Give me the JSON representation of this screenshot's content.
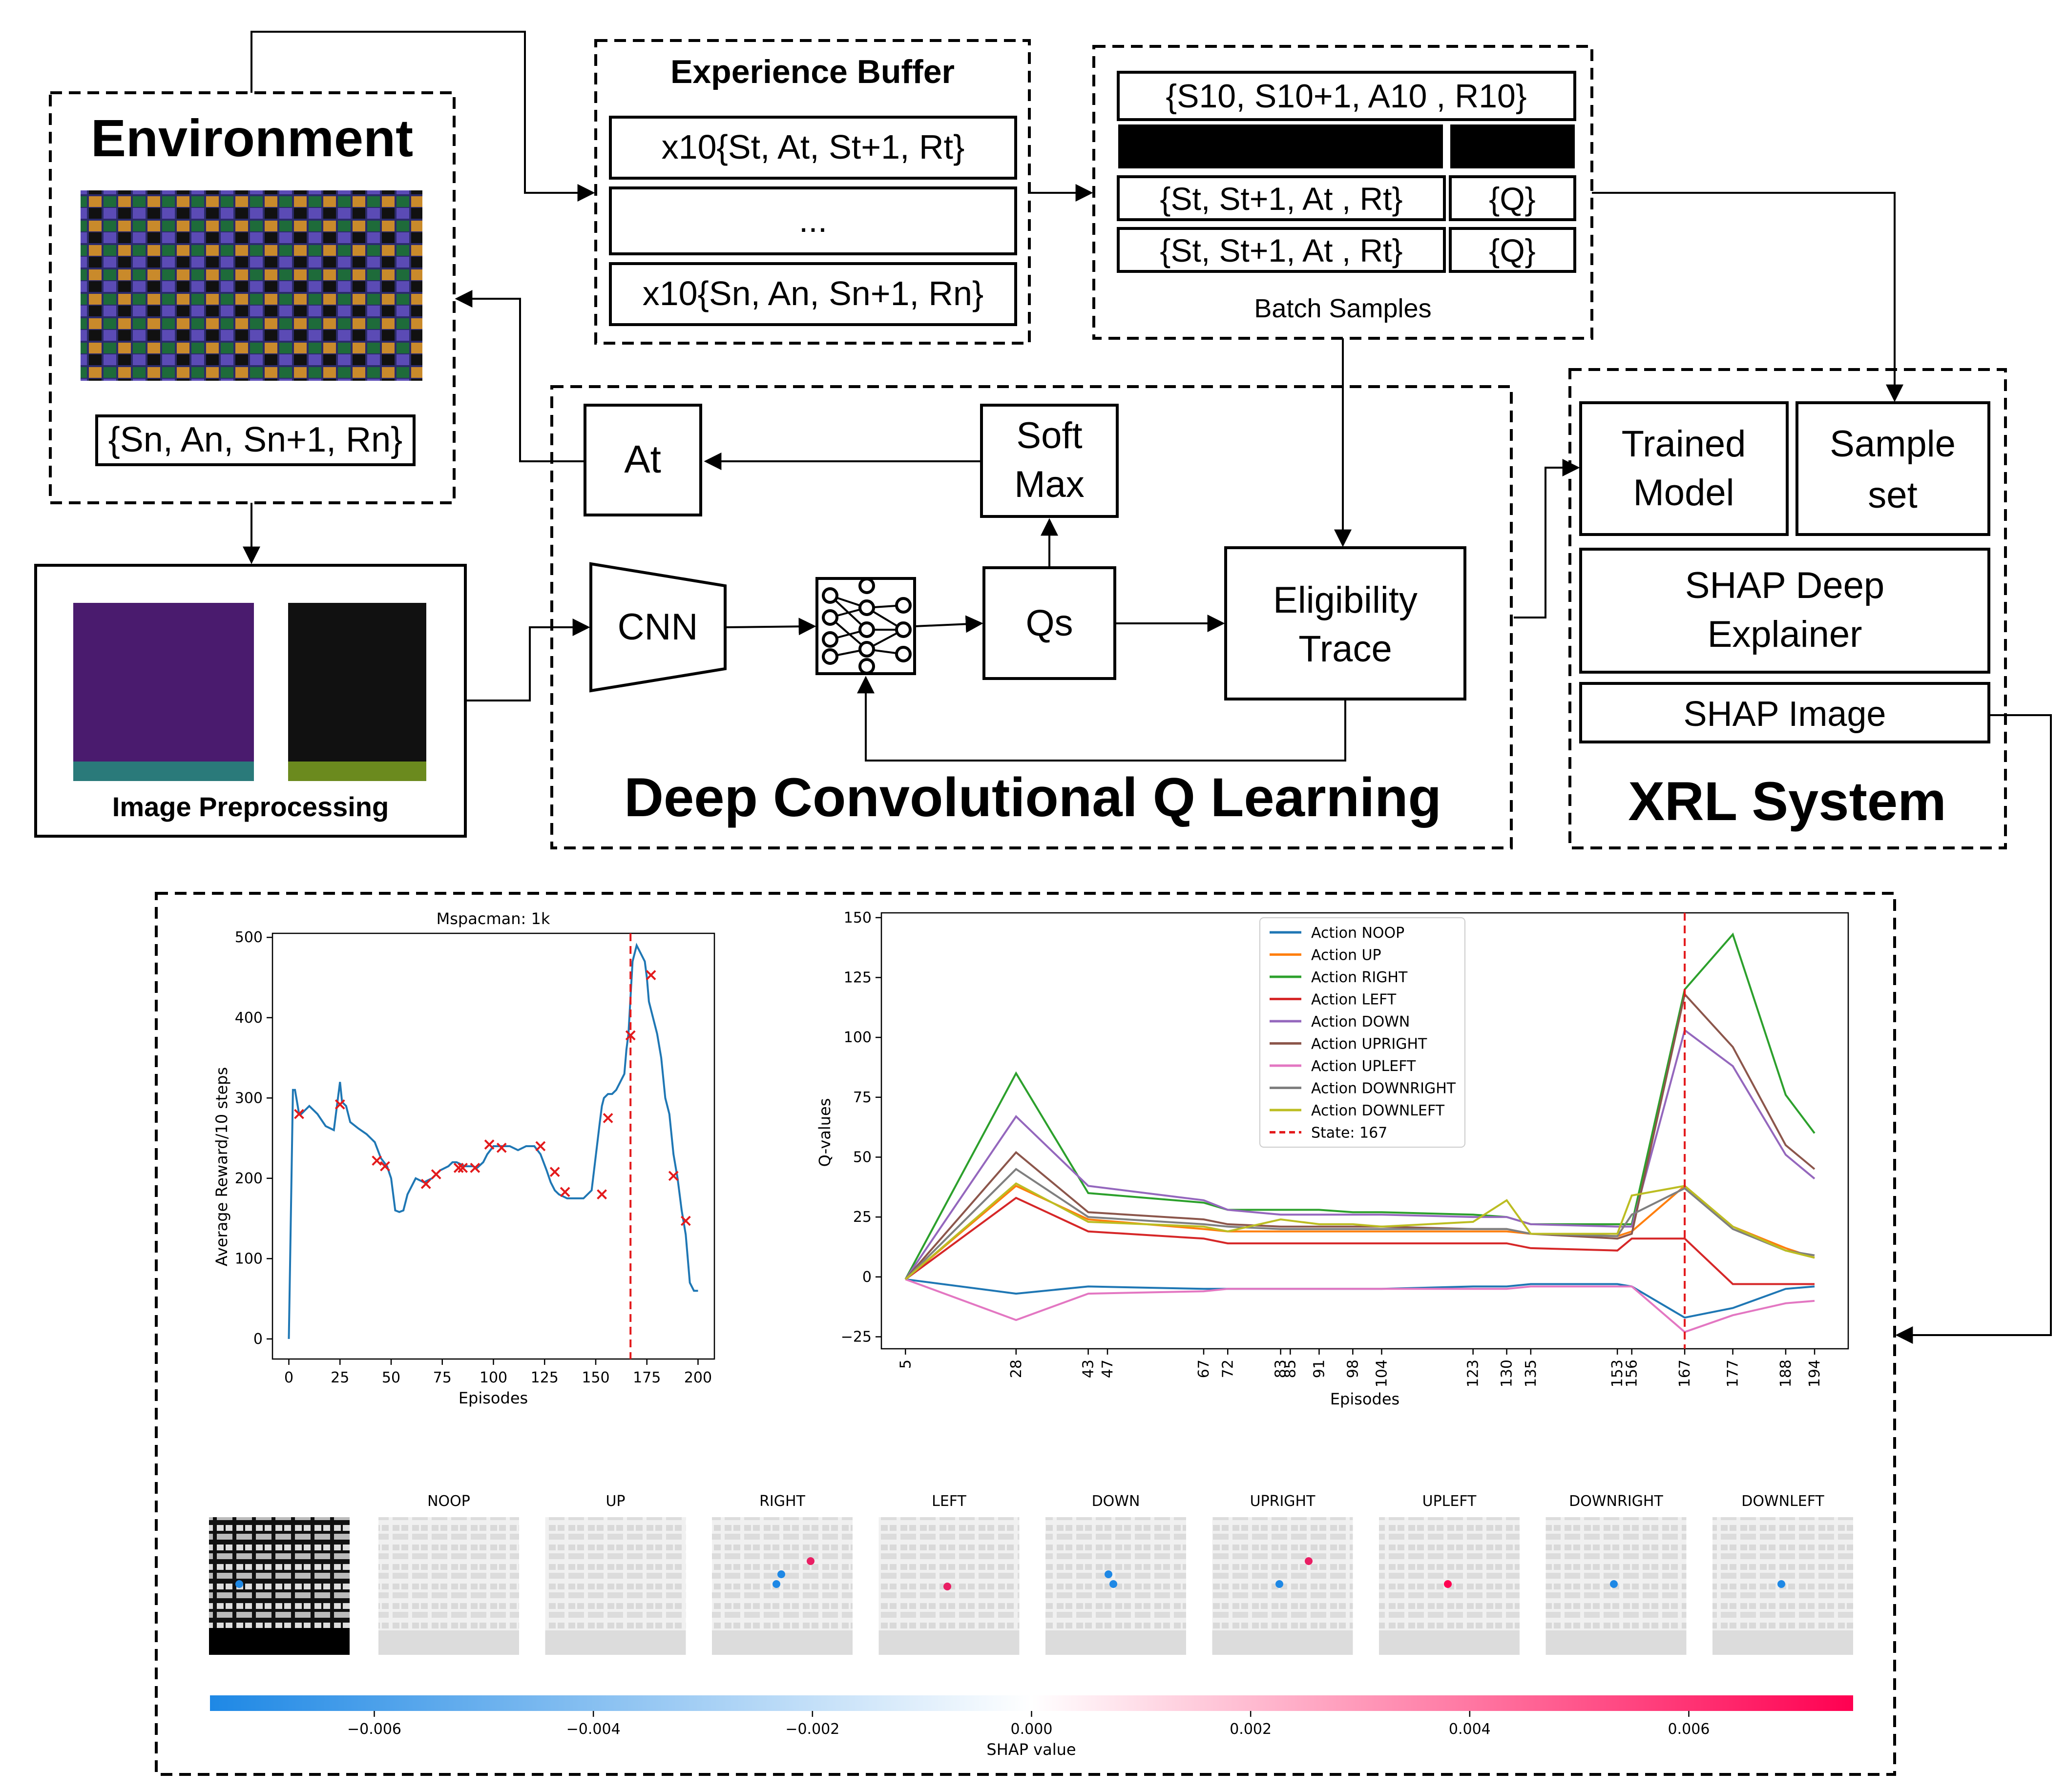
{
  "environment": {
    "title": "Environment",
    "tuple": "{Sn, An, Sn+1, Rn}"
  },
  "preprocessing": {
    "title": "Image Preprocessing"
  },
  "buffer": {
    "title": "Experience Buffer",
    "row1": "x10{St, At, St+1, Rt}",
    "row2": "...",
    "row3": "x10{Sn, An, Sn+1, Rn}"
  },
  "batch": {
    "row1": "{S10, S10+1, A10 , R10}",
    "row3": "{St, St+1, At , Rt}",
    "row3_q": "{Q}",
    "row4": "{St, St+1, At , Rt}",
    "row4_q": "{Q}",
    "caption": "Batch Samples"
  },
  "dcql": {
    "title": "Deep Convolutional Q Learning",
    "action": "At",
    "softmax_1": "Soft",
    "softmax_2": "Max",
    "cnn": "CNN",
    "qs": "Qs",
    "trace_1": "Eligibility",
    "trace_2": "Trace"
  },
  "xrl": {
    "title": "XRL System",
    "trained_1": "Trained",
    "trained_2": "Model",
    "sample_1": "Sample",
    "sample_2": "set",
    "shap_1": "SHAP Deep",
    "shap_2": "Explainer",
    "shap_image": "SHAP Image"
  },
  "reward_chart": {
    "title": "Mspacman: 1k",
    "xlabel": "Episodes",
    "ylabel": "Average Reward/10 steps",
    "xticks": [
      "0",
      "25",
      "50",
      "75",
      "100",
      "125",
      "150",
      "175",
      "200"
    ],
    "yticks": [
      "0",
      "100",
      "200",
      "300",
      "400",
      "500"
    ]
  },
  "q_chart": {
    "xlabel": "Episodes",
    "ylabel": "Q-values",
    "yticks": [
      "−25",
      "0",
      "25",
      "50",
      "75",
      "100",
      "125",
      "150"
    ],
    "xticks": [
      "5",
      "28",
      "43",
      "47",
      "67",
      "72",
      "83",
      "85",
      "91",
      "98",
      "104",
      "123",
      "130",
      "135",
      "153",
      "156",
      "167",
      "177",
      "188",
      "194"
    ],
    "legend": [
      "Action NOOP",
      "Action UP",
      "Action RIGHT",
      "Action LEFT",
      "Action DOWN",
      "Action UPRIGHT",
      "Action UPLEFT",
      "Action DOWNRIGHT",
      "Action DOWNLEFT",
      "State: 167"
    ]
  },
  "shap": {
    "labels": [
      "NOOP",
      "UP",
      "RIGHT",
      "LEFT",
      "DOWN",
      "UPRIGHT",
      "UPLEFT",
      "DOWNRIGHT",
      "DOWNLEFT"
    ],
    "cbar_ticks": [
      "−0.006",
      "−0.004",
      "−0.002",
      "0.000",
      "0.002",
      "0.004",
      "0.006"
    ],
    "cbar_label": "SHAP value"
  },
  "chart_data": [
    {
      "type": "line",
      "title": "Mspacman: 1k",
      "xlabel": "Episodes",
      "ylabel": "Average Reward/10 steps",
      "xlim": [
        -8,
        208
      ],
      "ylim": [
        -25,
        505
      ],
      "series": [
        {
          "x": [
            0,
            2,
            3,
            5,
            6,
            8,
            10,
            14,
            18,
            22,
            24,
            25,
            26,
            28,
            30,
            34,
            38,
            42,
            45,
            48,
            50,
            52,
            54,
            56,
            58,
            62,
            66,
            70,
            74,
            78,
            80,
            82,
            86,
            88,
            90,
            92,
            95,
            97,
            100,
            104,
            108,
            112,
            116,
            120,
            123,
            126,
            128,
            130,
            132,
            136,
            140,
            144,
            148,
            152,
            153,
            154,
            156,
            158,
            160,
            162,
            164,
            165,
            166,
            168,
            170,
            172,
            174,
            175,
            176,
            178,
            180,
            182,
            184,
            186,
            188,
            190,
            192,
            194,
            196,
            198,
            200
          ],
          "y": [
            0,
            310,
            310,
            280,
            280,
            285,
            290,
            280,
            265,
            260,
            300,
            320,
            295,
            290,
            270,
            262,
            255,
            245,
            225,
            215,
            200,
            160,
            158,
            160,
            180,
            200,
            195,
            200,
            210,
            215,
            220,
            220,
            215,
            215,
            215,
            213,
            220,
            230,
            240,
            240,
            240,
            235,
            240,
            240,
            230,
            210,
            195,
            185,
            180,
            175,
            175,
            175,
            185,
            270,
            290,
            300,
            305,
            305,
            310,
            320,
            330,
            360,
            380,
            470,
            490,
            480,
            470,
            450,
            420,
            400,
            380,
            350,
            300,
            280,
            230,
            200,
            160,
            130,
            70,
            60,
            60
          ],
          "markers_x": [
            5,
            25,
            43,
            47,
            67,
            72,
            83,
            85,
            91,
            98,
            104,
            123,
            130,
            135,
            153,
            156,
            167,
            177,
            188,
            194
          ],
          "markers_y": [
            280,
            292,
            222,
            215,
            193,
            205,
            213,
            213,
            213,
            242,
            238,
            240,
            208,
            183,
            180,
            275,
            378,
            453,
            203,
            147
          ]
        }
      ],
      "vline": 167
    },
    {
      "type": "line",
      "xlabel": "Episodes",
      "ylabel": "Q-values",
      "ylim": [
        -30,
        152
      ],
      "x": [
        5,
        28,
        43,
        67,
        72,
        83,
        91,
        98,
        104,
        123,
        130,
        135,
        153,
        156,
        167,
        177,
        188,
        194
      ],
      "series": [
        {
          "name": "Action NOOP",
          "color": "#1f77b4",
          "values": [
            -1,
            -7,
            -4,
            -5,
            -5,
            -5,
            -5,
            -5,
            -5,
            -4,
            -4,
            -3,
            -3,
            -4,
            -17,
            -13,
            -5,
            -4
          ]
        },
        {
          "name": "Action UP",
          "color": "#ff7f0e",
          "values": [
            -1,
            38,
            24,
            20,
            19,
            19,
            19,
            19,
            19,
            19,
            19,
            18,
            17,
            19,
            38,
            21,
            12,
            8
          ]
        },
        {
          "name": "Action RIGHT",
          "color": "#2ca02c",
          "values": [
            -1,
            85,
            35,
            31,
            28,
            28,
            28,
            27,
            27,
            26,
            25,
            22,
            22,
            22,
            120,
            143,
            76,
            60
          ]
        },
        {
          "name": "Action LEFT",
          "color": "#d62728",
          "values": [
            -1,
            33,
            19,
            16,
            14,
            14,
            14,
            14,
            14,
            14,
            14,
            12,
            11,
            16,
            16,
            -3,
            -3,
            -3
          ]
        },
        {
          "name": "Action DOWN",
          "color": "#9467bd",
          "values": [
            -1,
            67,
            38,
            32,
            28,
            26,
            26,
            26,
            26,
            25,
            25,
            22,
            21,
            21,
            103,
            88,
            51,
            41
          ]
        },
        {
          "name": "Action UPRIGHT",
          "color": "#8c564b",
          "values": [
            -1,
            52,
            27,
            24,
            22,
            21,
            21,
            21,
            21,
            20,
            20,
            18,
            16,
            18,
            118,
            96,
            55,
            45
          ]
        },
        {
          "name": "Action UPLEFT",
          "color": "#e377c2",
          "values": [
            -1,
            -18,
            -7,
            -6,
            -5,
            -5,
            -5,
            -5,
            -5,
            -5,
            -5,
            -4,
            -4,
            -4,
            -23,
            -16,
            -11,
            -10
          ]
        },
        {
          "name": "Action DOWNRIGHT",
          "color": "#7f7f7f",
          "values": [
            -1,
            45,
            25,
            22,
            21,
            20,
            20,
            20,
            20,
            20,
            20,
            18,
            17,
            26,
            37,
            20,
            11,
            9
          ]
        },
        {
          "name": "Action DOWNLEFT",
          "color": "#bcbd22",
          "values": [
            -1,
            39,
            23,
            21,
            19,
            24,
            22,
            22,
            21,
            23,
            32,
            18,
            18,
            34,
            38,
            21,
            11,
            8
          ]
        }
      ],
      "vline": 167
    }
  ]
}
